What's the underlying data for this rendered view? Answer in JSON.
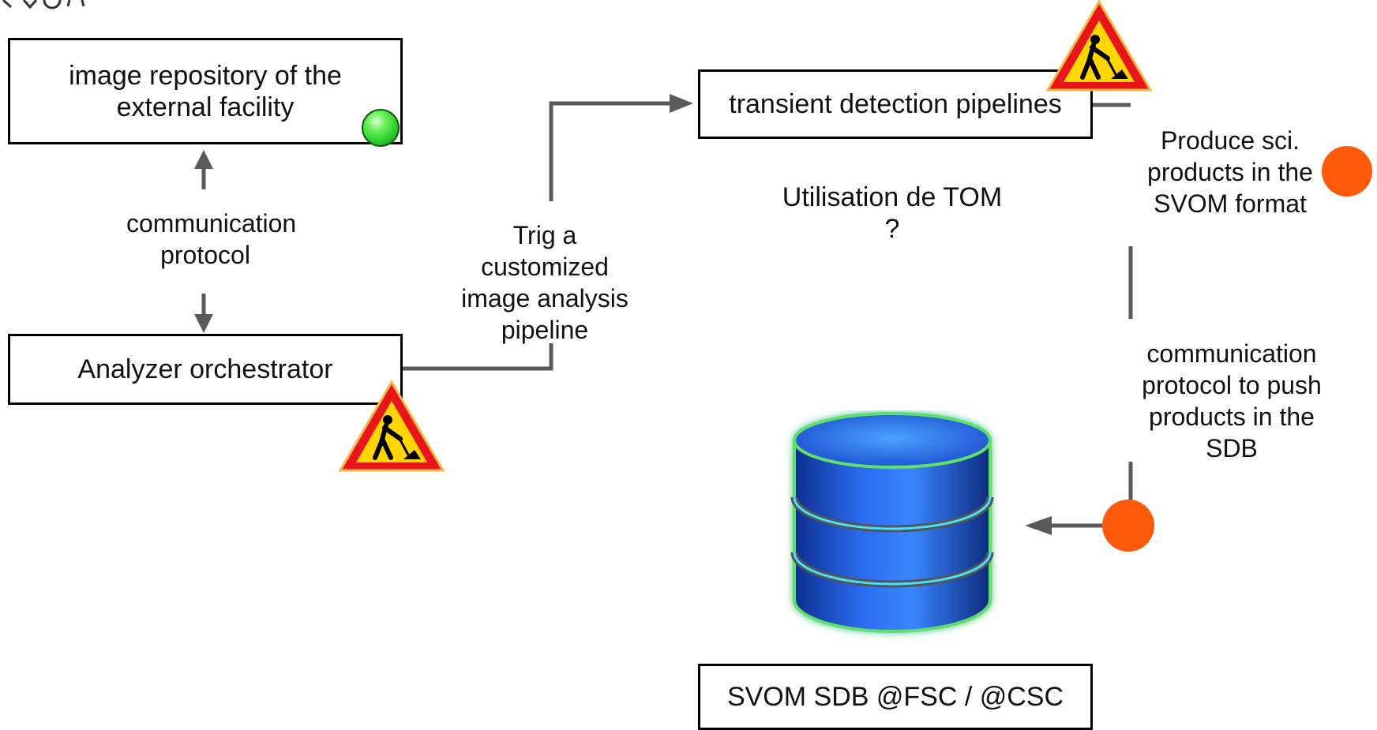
{
  "boxes": {
    "image_repository": "image repository of the external facility",
    "analyzer_orchestrator": "Analyzer orchestrator",
    "transient_pipelines": "transient detection pipelines",
    "svom_sdb": "SVOM SDB @FSC / @CSC"
  },
  "labels": {
    "communication_protocol": "communication protocol",
    "trig_pipeline": "Trig a customized image analysis pipeline",
    "utilisation_tom": "Utilisation de TOM ?",
    "produce_products": "Produce sci. products in the SVOM format",
    "push_protocol": "communication protocol to push products in the SDB"
  },
  "icons": {
    "status_ok": "green-status-light-icon",
    "in_progress": "road-works-warning-icon",
    "pending": "orange-status-dot-icon",
    "database": "database-cylinder-icon"
  },
  "colors": {
    "status_green": "#2fd12f",
    "status_orange": "#ff5a0a",
    "connector": "#5a5a5a",
    "database_blue": "#1f5fe0",
    "warning_red": "#e8151a",
    "warning_yellow": "#ffd600"
  }
}
